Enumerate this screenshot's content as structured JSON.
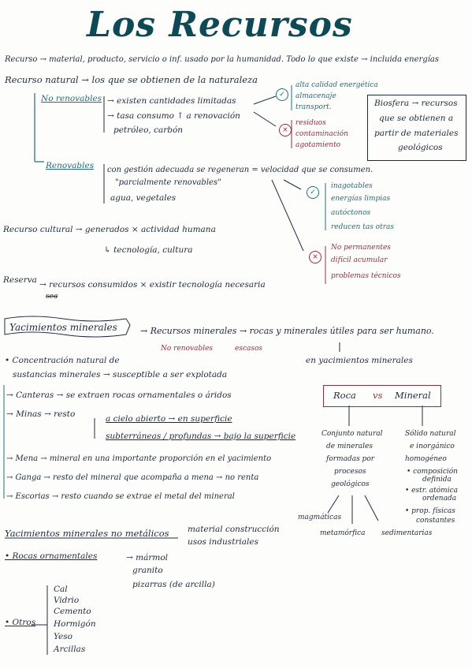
{
  "title": "Los Recursos",
  "def_recurso": "Recurso → material, producto, servicio o inf. usado por la humanidad. Todo lo que existe → incluida energías",
  "def_natural": "Recurso natural → los que se obtienen de la naturaleza",
  "no_renovables": {
    "label": "No renovables",
    "items": [
      "→ existen cantidades limitadas",
      "→ tasa consumo ↑ a renovación",
      "petróleo, carbón"
    ],
    "ventajas": [
      "alta calidad energética",
      "almacenaje",
      "transport."
    ],
    "desventajas": [
      "residuos",
      "contaminación",
      "agotamiento"
    ]
  },
  "biosfera_box": [
    "Biosfera → recursos",
    "que se obtienen a",
    "partir de materiales",
    "geológicos"
  ],
  "renovables": {
    "label": "Renovables",
    "items": [
      "con gestión adecuada se regeneran = velocidad que se consumen.",
      "\"parcialmente renovables\"",
      "agua, vegetales"
    ],
    "ventajas": [
      "inagotables",
      "energías limpias",
      "autóctonos",
      "reducen tas otras"
    ],
    "desventajas": [
      "No permanentes",
      "difícil acumular",
      "problemas técnicos"
    ]
  },
  "cultural": {
    "line1": "Recurso cultural → generados × actividad humana",
    "line2": "↳ tecnología, cultura"
  },
  "reserva": {
    "label": "Reserva",
    "line1": "→ recursos consumidos × existir tecnología necesaria",
    "line2": "sea"
  },
  "yacimientos": {
    "heading": "Yacimientos minerales",
    "arrow_text": "→ Recursos minerales → rocas y minerales útiles para ser humano.",
    "tag1": "No renovables",
    "tag2": "escasos",
    "en_yac": "en yacimientos minerales",
    "concentracion": [
      "• Concentración natural de",
      "sustancias minerales → susceptible a ser explotada"
    ],
    "canteras": "→ Canteras → se extraen rocas ornamentales o áridos",
    "minas_label": "→ Minas → resto",
    "minas_a": "a cielo abierto → en superficie",
    "minas_b": "subterráneas / profundas → bajo la superficie",
    "mena": "→ Mena → mineral en una importante proporción en el yacimiento",
    "ganga": "→ Ganga → resto del mineral que acompaña a mena → no renta",
    "escorias": "→ Escorias → resto cuando se extrae el metal del mineral"
  },
  "roca_mineral": {
    "box_roca": "Roca",
    "vs": "vs",
    "box_mineral": "Mineral",
    "roca": [
      "Conjunto natural",
      "de minerales",
      "formadas por",
      "procesos",
      "geológicos"
    ],
    "tipos": [
      "magmáticas",
      "metamórfica",
      "sedimentarias"
    ],
    "mineral": [
      "Sólido natural",
      "e inorgánico",
      "homogéneo",
      "• composición",
      "definida",
      "• estr. atómica",
      "ordenada",
      "• prop. físicas",
      "constantes"
    ]
  },
  "no_metalicos": {
    "heading": "Yacimientos minerales no metálicos",
    "items": [
      "material construcción",
      "usos industriales"
    ],
    "ornamentales_label": "• Rocas ornamentales",
    "ornamentales": [
      "→ mármol",
      "granito",
      "pizarras (de arcilla)"
    ],
    "otros_label": "• Otros",
    "otros": [
      "Cal",
      "Vidrio",
      "Cemento",
      "Hormigón",
      "Yeso",
      "Arcillas"
    ]
  },
  "colors": {
    "ink": "#1f2a3a",
    "teal": "#1e6e78",
    "red": "#9a2a3a",
    "title": "#0e4a56"
  }
}
